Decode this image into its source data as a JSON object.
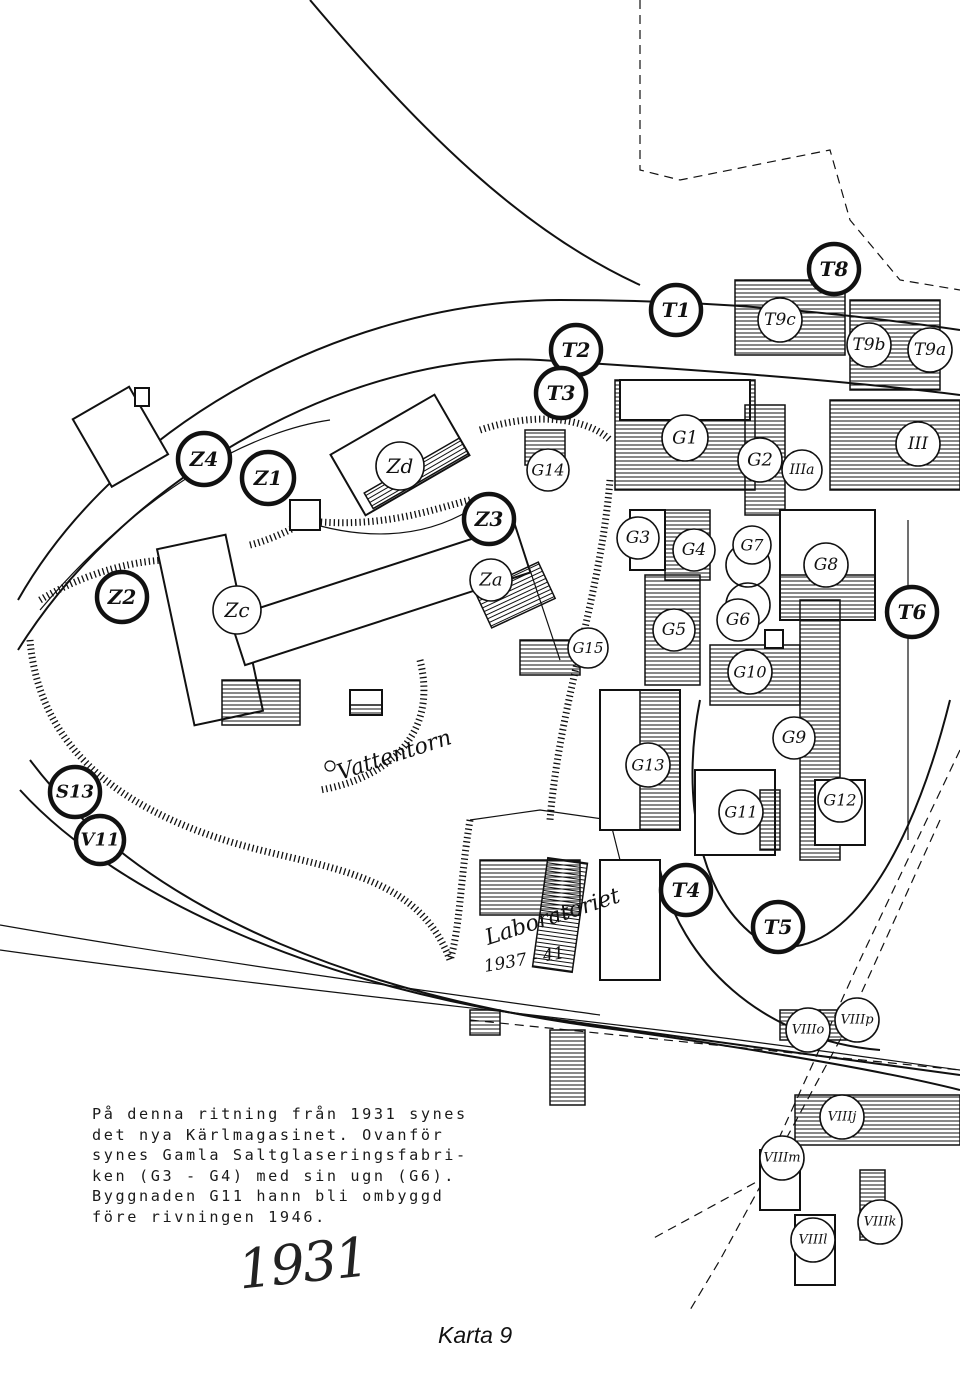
{
  "caption": {
    "text": "På denna ritning från 1931 synes\ndet nya Kärlmagasinet. Ovanför\nsynes Gamla Saltglaseringsfabri-\nken (G3 - G4) med sin ugn (G6).\nByggnaden G11 hann bli ombyggd\nföre rivningen 1946."
  },
  "map_label": "Karta 9",
  "year_note": "1931",
  "site_labels": {
    "vattentorn": "Vattentorn",
    "laboratoriet": "Laboratoriet",
    "lab_years": "1937 - 41"
  },
  "markers_bold": [
    {
      "id": "T8",
      "label": "T8"
    },
    {
      "id": "T1",
      "label": "T1"
    },
    {
      "id": "T2",
      "label": "T2"
    },
    {
      "id": "T3",
      "label": "T3"
    },
    {
      "id": "Z4",
      "label": "Z4"
    },
    {
      "id": "Z1",
      "label": "Z1"
    },
    {
      "id": "Z3",
      "label": "Z3"
    },
    {
      "id": "Z2",
      "label": "Z2"
    },
    {
      "id": "T6",
      "label": "T6"
    },
    {
      "id": "S13",
      "label": "S13"
    },
    {
      "id": "V11",
      "label": "V11"
    },
    {
      "id": "T4",
      "label": "T4"
    },
    {
      "id": "T5",
      "label": "T5"
    }
  ],
  "markers_thin": [
    {
      "id": "T9c",
      "label": "T9c"
    },
    {
      "id": "T9b",
      "label": "T9b"
    },
    {
      "id": "T9a",
      "label": "T9a"
    },
    {
      "id": "Zd",
      "label": "Zd"
    },
    {
      "id": "G14",
      "label": "G14"
    },
    {
      "id": "G1",
      "label": "G1"
    },
    {
      "id": "G2",
      "label": "G2"
    },
    {
      "id": "IIIa",
      "label": "IIIa"
    },
    {
      "id": "III",
      "label": "III"
    },
    {
      "id": "G3",
      "label": "G3"
    },
    {
      "id": "G4",
      "label": "G4"
    },
    {
      "id": "G7",
      "label": "G7"
    },
    {
      "id": "G8",
      "label": "G8"
    },
    {
      "id": "Zc",
      "label": "Zc"
    },
    {
      "id": "Za",
      "label": "Za"
    },
    {
      "id": "G15",
      "label": "G15"
    },
    {
      "id": "G5",
      "label": "G5"
    },
    {
      "id": "G6",
      "label": "G6"
    },
    {
      "id": "G10",
      "label": "G10"
    },
    {
      "id": "G9",
      "label": "G9"
    },
    {
      "id": "G13",
      "label": "G13"
    },
    {
      "id": "G11",
      "label": "G11"
    },
    {
      "id": "G12",
      "label": "G12"
    },
    {
      "id": "VIIIo",
      "label": "VIIIo"
    },
    {
      "id": "VIIIp",
      "label": "VIIIp"
    },
    {
      "id": "VIIIj",
      "label": "VIIIj"
    },
    {
      "id": "VIIIm",
      "label": "VIIIm"
    },
    {
      "id": "VIIIk",
      "label": "VIIIk"
    },
    {
      "id": "VIIIl",
      "label": "VIIIl"
    }
  ]
}
